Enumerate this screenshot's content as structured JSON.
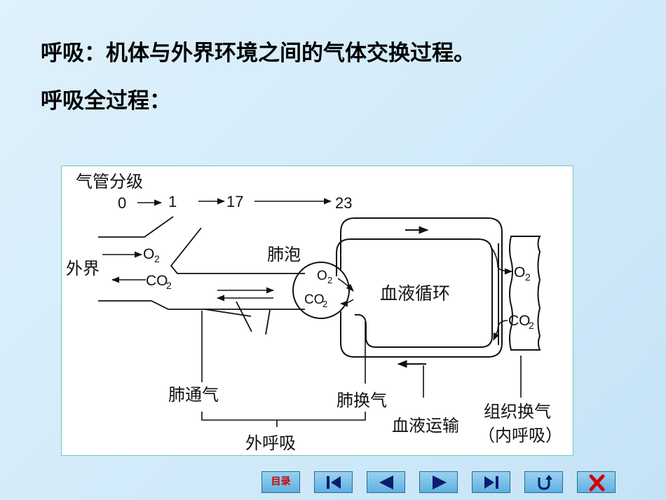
{
  "slide": {
    "title_line": "呼吸：机体与外界环境之间的气体交换过程。",
    "subtitle_line": "呼吸全过程："
  },
  "diagram": {
    "airway_grading_label": "气管分级",
    "grade_0": "0",
    "grade_1": "1",
    "grade_17": "17",
    "grade_23": "23",
    "external_label": "外界",
    "o2_outside": "O",
    "co2_outside": "CO",
    "subscript_2": "2",
    "alveolus_label": "肺泡",
    "o2_alveolus": "O",
    "co2_alveolus": "CO",
    "blood_circulation_label": "血液循环",
    "o2_tissue": "O",
    "co2_tissue": "CO",
    "pulmonary_ventilation_label": "肺通气",
    "pulmonary_gas_exchange_label": "肺换气",
    "external_respiration_label": "外呼吸",
    "blood_transport_label": "血液运输",
    "tissue_gas_exchange_label": "组织换气",
    "internal_respiration_label": "（内呼吸）"
  },
  "nav": {
    "toc_label": "目录",
    "icons": [
      "toc-button",
      "first-page-icon",
      "previous-page-icon",
      "next-page-icon",
      "last-page-icon",
      "return-icon",
      "close-icon"
    ]
  },
  "colors": {
    "nav_button_top": "#9ad2f0",
    "nav_button_bottom": "#5fb0e0",
    "nav_icon": "#0b1c6e",
    "close_red": "#d80000",
    "figure_border": "#6cc8bd"
  }
}
